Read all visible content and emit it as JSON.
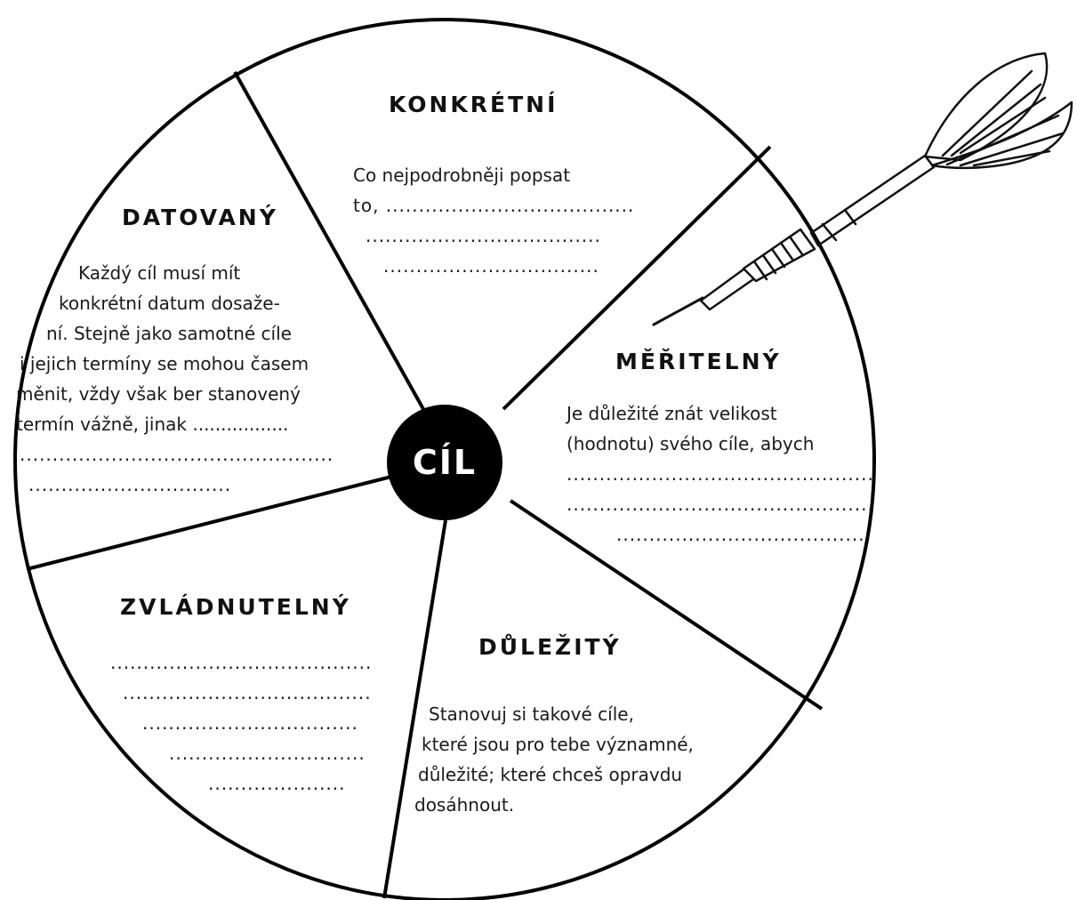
{
  "center": {
    "label": "CÍL"
  },
  "sectors": {
    "konkretni": {
      "title": "KONKRÉTNÍ",
      "lines": [
        "Co nejpodrobněji popsat",
        "to, ......................................",
        "....................................",
        "................................."
      ]
    },
    "meritelny": {
      "title": "MĚŘITELNÝ",
      "lines": [
        "Je důležité znát velikost",
        "(hodnotu) svého cíle, abych",
        "...............................................",
        "...............................................",
        "......................................"
      ]
    },
    "dulezity": {
      "title": "DŮLEŽITÝ",
      "lines": [
        "Stanovuj si takové cíle,",
        "které jsou pro tebe významné,",
        "důležité; které chceš  opravdu",
        "dosáhnout."
      ]
    },
    "zvladnutelny": {
      "title": "ZVLÁDNUTELNÝ",
      "lines": [
        "........................................",
        "......................................",
        ".................................",
        "..............................",
        "....................."
      ]
    },
    "datovany": {
      "title": "DATOVANÝ",
      "lines": [
        "Každý cíl musí mít",
        "konkrétní datum dosaže-",
        "ní. Stejně jako samotné cíle",
        "i jejich termíny se mohou časem",
        "měnit, vždy však ber stanovený",
        "termín vážně, jinak .................",
        "................................................",
        "..............................."
      ]
    }
  }
}
